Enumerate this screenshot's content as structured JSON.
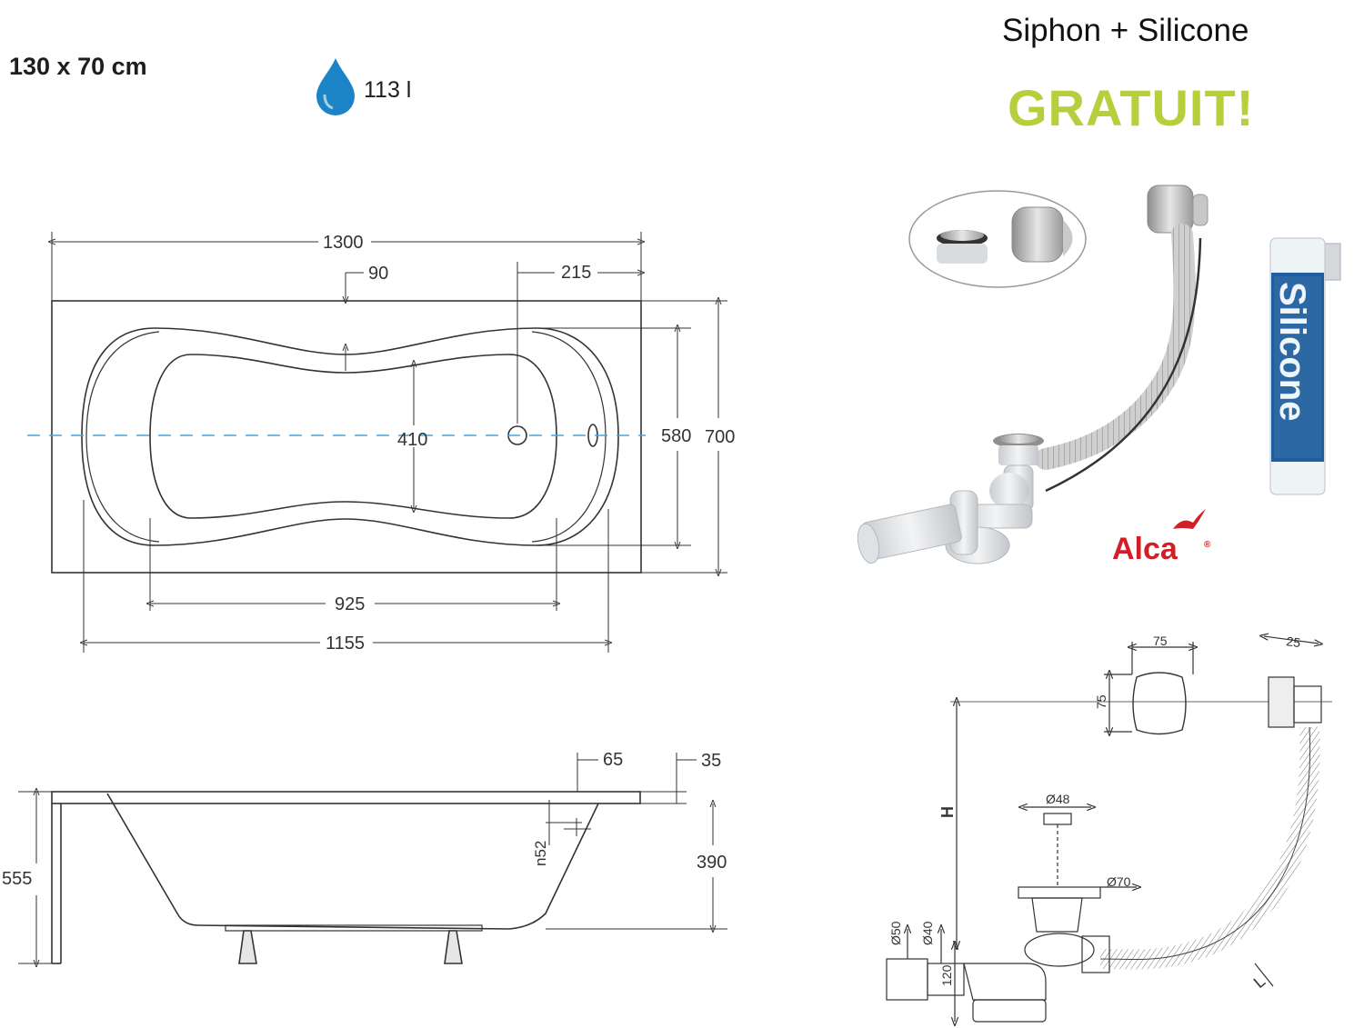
{
  "header": {
    "size": "130 x 70 cm",
    "volume": "113 l",
    "promo_title": "Siphon + Silicone",
    "promo_free": "GRATUIT!"
  },
  "top_view": {
    "dims": {
      "length": "1300",
      "offset_90": "90",
      "offset_215": "215",
      "inner_width": "410",
      "width_580": "580",
      "width_700": "700",
      "length_925": "925",
      "length_1155": "1155"
    }
  },
  "side_view": {
    "dims": {
      "rim_65": "65",
      "rim_35": "35",
      "total_height": "555",
      "depth": "390",
      "overflow": "n52"
    }
  },
  "product": {
    "brand": "Alca",
    "brand_mark": "®",
    "cartridge_label": "Silicone"
  },
  "siphon_drawing": {
    "dims": {
      "d75_w": "75",
      "d75_h": "75",
      "d25": "25",
      "H": "H",
      "d48": "Ø48",
      "d70": "Ø70",
      "d50": "Ø50",
      "d40": "Ø40",
      "h120": "120",
      "L": "L"
    }
  },
  "colors": {
    "water_drop": "#1c84c6",
    "promo_free": "#b7cf3c",
    "brand_red": "#d21f27",
    "centerline": "#4aa3d8"
  },
  "icons": [
    "water-drop-icon",
    "brand-bird-icon"
  ]
}
